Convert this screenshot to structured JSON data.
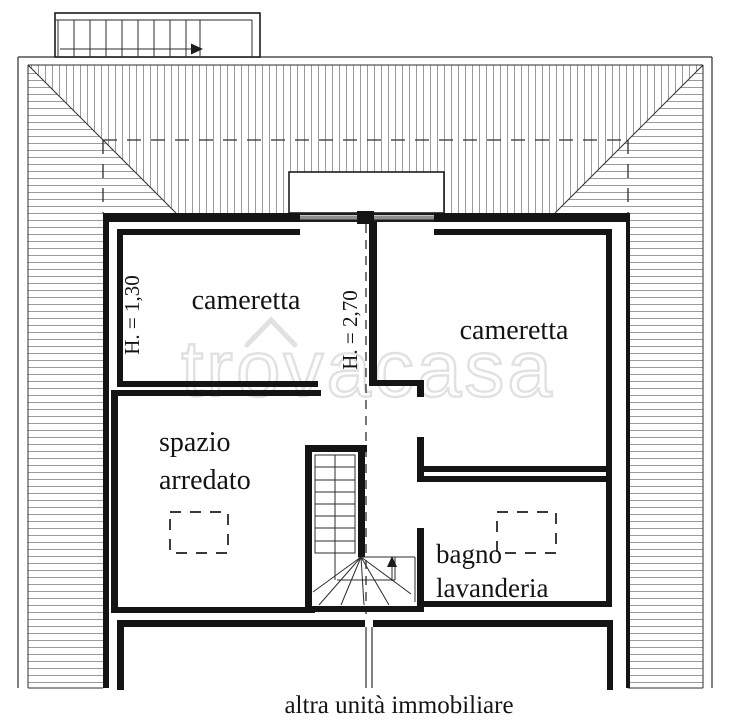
{
  "floor_plan": {
    "rooms": [
      {
        "name": "cameretta-left",
        "label": "cameretta"
      },
      {
        "name": "cameretta-right",
        "label": "cameretta"
      },
      {
        "name": "spazio-arredato",
        "label_lines": [
          "spazio",
          "arredato"
        ]
      },
      {
        "name": "bagno-lavanderia",
        "label_lines": [
          "bagno",
          "lavanderia"
        ]
      }
    ],
    "annotations": {
      "height_left_wall": "H. = 1,30",
      "height_center_wall": "H. = 2,70",
      "bottom_text": "altra unità immobiliare"
    },
    "watermark": "trovacasa",
    "colors": {
      "wall": "#141414",
      "hatch": "#9b9b9b",
      "line": "#2e2e2e",
      "watermark": "#dedede",
      "background": "#ffffff"
    }
  }
}
